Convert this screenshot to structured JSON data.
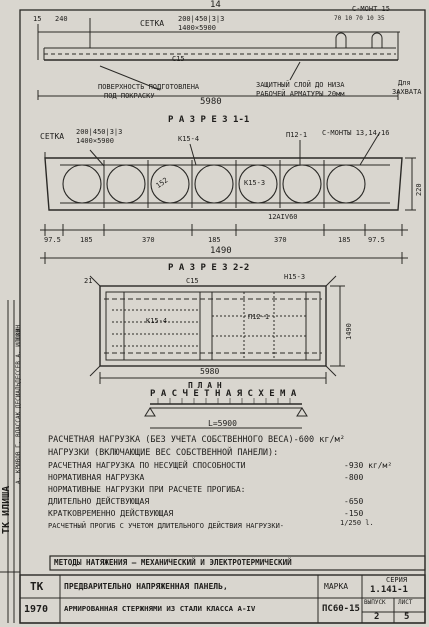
{
  "top": {
    "page_mark": "14",
    "dim_15": "15",
    "dim_240": "240",
    "setka_label": "СЕТКА",
    "setka_spec_1": "200|450|3|3",
    "setka_spec_2": "1400×5900",
    "c15": "С15",
    "smonty_label": "С-МОНТ 15",
    "smonty_dims": "70 10 70 10 35",
    "surface_note_1": "ПОВЕРХНОСТЬ ПОДГОТОВЛЕНА",
    "surface_note_2": "ПОД ПОКРАСКУ",
    "cover_note_1": "ЗАЩИТНЫЙ СЛОЙ ДО НИЗА",
    "cover_note_2": "РАБОЧЕЙ АРМАТУРЫ 20мм",
    "zaxvat_1": "Для",
    "zaxvat_2": "ЗАХВАТА",
    "length": "5980"
  },
  "section1": {
    "title": "Р А З Р Е З  1-1",
    "setka_label": "СЕТКА",
    "setka_spec_1": "200|450|3|3",
    "setka_spec_2": "1400×5900",
    "k15_4": "К15-4",
    "p12": "П12-1",
    "smonty": "С-МОНТЫ 13,14,16",
    "d152": "152",
    "k15_3": "К15-3",
    "bar": "12АIV60",
    "height": "220",
    "dims": [
      "97.5",
      "185",
      "370",
      "185",
      "370",
      "185",
      "97.5"
    ],
    "total": "1490"
  },
  "section2": {
    "title": "Р А З Р Е З  2-2",
    "c21": "21",
    "c15": "С15",
    "h15": "Н15-3",
    "k15_4": "К15-4",
    "p12": "П12-1",
    "width": "1490",
    "length": "5980",
    "plan": "П Л А Н"
  },
  "calc": {
    "title": "Р А С Ч Е Т Н А Я   С Х Е М А",
    "span": "L=5900"
  },
  "loads": {
    "line1": "РАСЧЕТНАЯ НАГРУЗКА (БЕЗ УЧЕТА СОБСТВЕННОГО ВЕСА)-600 кг/м²",
    "line2": "НАГРУЗКИ (ВКЛЮЧАЮЩИЕ ВЕС СОБСТВЕННОЙ ПАНЕЛИ):",
    "rows": [
      {
        "label": "РАСЧЕТНАЯ НАГРУЗКА ПО НЕСУЩЕЙ СПОСОБНОСТИ",
        "value": "-930 кг/м²"
      },
      {
        "label": "НОРМАТИВНАЯ НАГРУЗКА",
        "value": "-800"
      },
      {
        "label": "НОРМАТИВНЫЕ НАГРУЗКИ ПРИ РАСЧЕТЕ ПРОГИБА:",
        "value": ""
      },
      {
        "label": "ДЛИТЕЛЬНО ДЕЙСТВУЮЩАЯ",
        "value": "-650"
      },
      {
        "label": "КРАТКОВРЕМЕННО ДЕЙСТВУЮЩАЯ",
        "value": "-150"
      }
    ],
    "deflection": "РАСЧЕТНЫЙ ПРОГИБ С УЧЕТОМ ДЛИТЕЛЬНОГО ДЕЙСТВИЯ НАГРУЗКИ-",
    "deflection_value": "1/250 l."
  },
  "methods": "МЕТОДЫ НАТЯЖЕНИЯ — МЕХАНИЧЕСКИЙ И ЭЛЕКТРОТЕРМИЧЕСКИЙ",
  "title_block": {
    "org": "ТК",
    "year": "1970",
    "name_1": "ПРЕДВАРИТЕЛЬНО НАПРЯЖЕННАЯ ПАНЕЛЬ,",
    "name_2": "АРМИРОВАННАЯ СТЕРЖНЯМИ ИЗ СТАЛИ КЛАССА А-IV",
    "mark_label": "МАРКА",
    "mark": "ПС60-15",
    "series_label": "СЕРИЯ",
    "series": "1.141-1",
    "issue_label": "ВЫПУСК",
    "issue": "2",
    "sheet_label": "ЛИСТ",
    "sheet": "5"
  },
  "side": {
    "stamp": "ТК ИЛИША",
    "names": "А. КРИВОВ  Г. ВЛАССАК  ДЕСИАЛЬДЕССЕВ  А. ИЛЮХИН",
    "nums": "180"
  }
}
